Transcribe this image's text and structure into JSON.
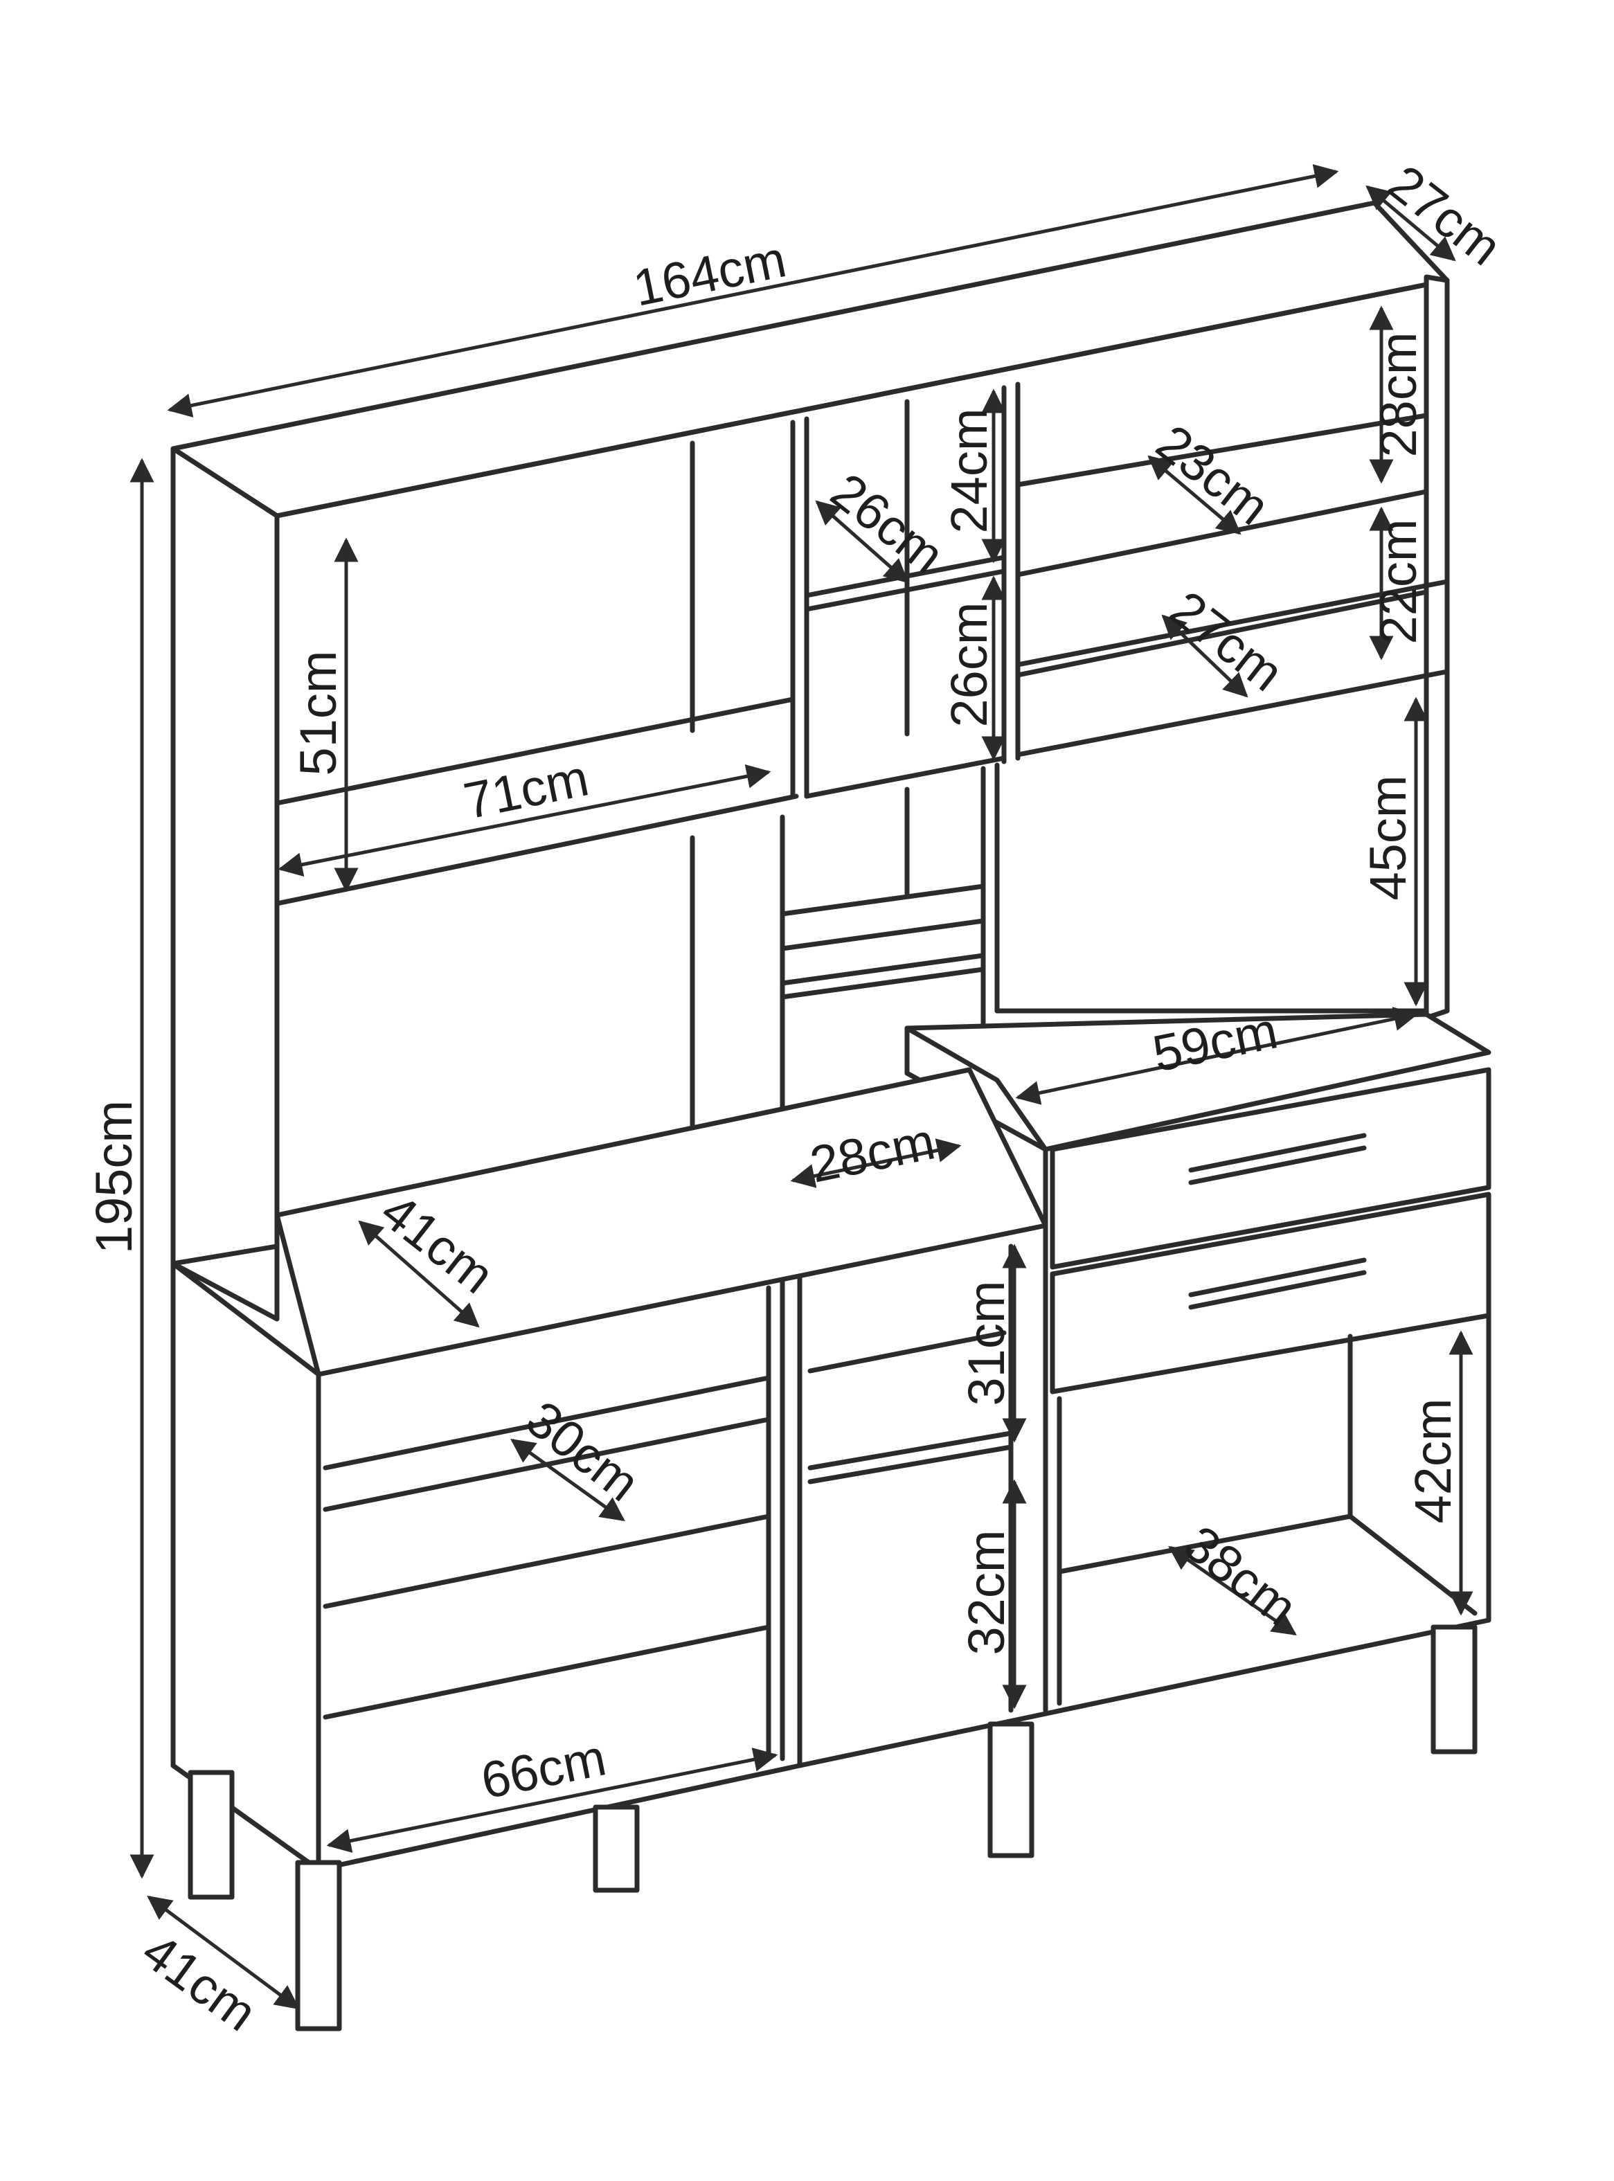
{
  "diagram": {
    "dimensions": {
      "total_width": "164cm",
      "total_depth_top": "27cm",
      "total_height": "195cm",
      "total_depth_bottom": "41cm",
      "left_niche_height": "51cm",
      "left_niche_width": "71cm",
      "center_shelf_depth": "26cm",
      "center_top_height": "24cm",
      "center_mid_height": "26cm",
      "right_top_height": "28cm",
      "right_top_depth": "23cm",
      "right_mid_height": "22cm",
      "right_mid_depth": "27cm",
      "right_niche_height": "45cm",
      "right_counter_width": "59cm",
      "center_niche_width": "28cm",
      "left_counter_depth": "41cm",
      "lower_center_top_height": "31cm",
      "lower_left_shelf_depth": "30cm",
      "lower_center_bottom_height": "32cm",
      "lower_left_width": "66cm",
      "lower_right_height": "42cm",
      "lower_right_depth": "38cm"
    }
  }
}
